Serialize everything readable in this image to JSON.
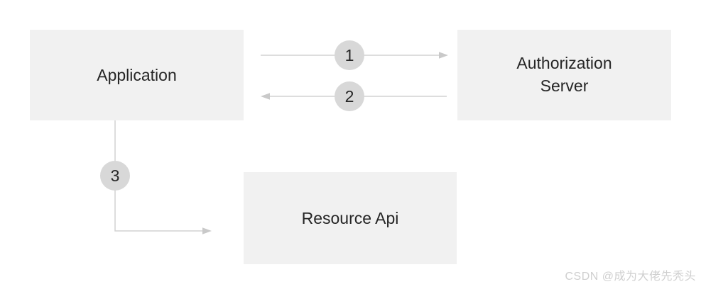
{
  "diagram": {
    "nodes": {
      "application": {
        "label": "Application"
      },
      "auth_server": {
        "label": "Authorization Server"
      },
      "resource_api": {
        "label": "Resource Api"
      }
    },
    "steps": [
      {
        "number": "1",
        "from": "application",
        "to": "auth_server",
        "direction": "right"
      },
      {
        "number": "2",
        "from": "auth_server",
        "to": "application",
        "direction": "left"
      },
      {
        "number": "3",
        "from": "application",
        "to": "resource_api",
        "direction": "down-then-right"
      }
    ],
    "colors": {
      "node_fill": "#f1f1f1",
      "node_text": "#262626",
      "connector_line": "#d2d2d2",
      "arrowhead": "#c9c9c9",
      "step_circle_fill": "#d8d8d8",
      "step_circle_text": "#262626",
      "background": "#ffffff",
      "watermark_text": "#cfcfcf"
    }
  },
  "watermark": {
    "text": "CSDN @成为大佬先秃头"
  }
}
